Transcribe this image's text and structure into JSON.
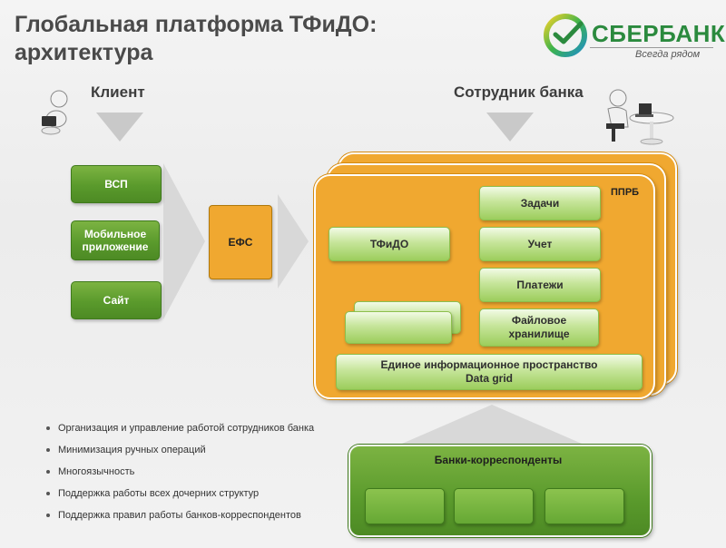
{
  "title": "Глобальная платформа ТФиДО:\nархитектура",
  "logo": {
    "name": "СБЕРБАНК",
    "tagline": "Всегда рядом"
  },
  "roles": {
    "client": "Клиент",
    "employee": "Сотрудник банка"
  },
  "channels": [
    "ВСП",
    "Мобильное приложение",
    "Сайт"
  ],
  "efs": "ЕФС",
  "pprb": {
    "label": "ППРБ",
    "core": "ТФиДО",
    "services": [
      "Задачи",
      "Учет",
      "Платежи",
      "Файловое хранилище"
    ],
    "data_grid": "Единое информационное пространство\nData grid"
  },
  "correspondents": "Банки-корреспонденты",
  "bullets": [
    "Организация и управление работой сотрудников банка",
    "Минимизация ручных операций",
    "Многоязычность",
    "Поддержка работы всех дочерних структур",
    "Поддержка правил работы банков-корреспондентов"
  ],
  "colors": {
    "green": "#5a9a2c",
    "light_green": "#c6e59a",
    "orange": "#f0a830",
    "brand": "#2b8a3e"
  }
}
